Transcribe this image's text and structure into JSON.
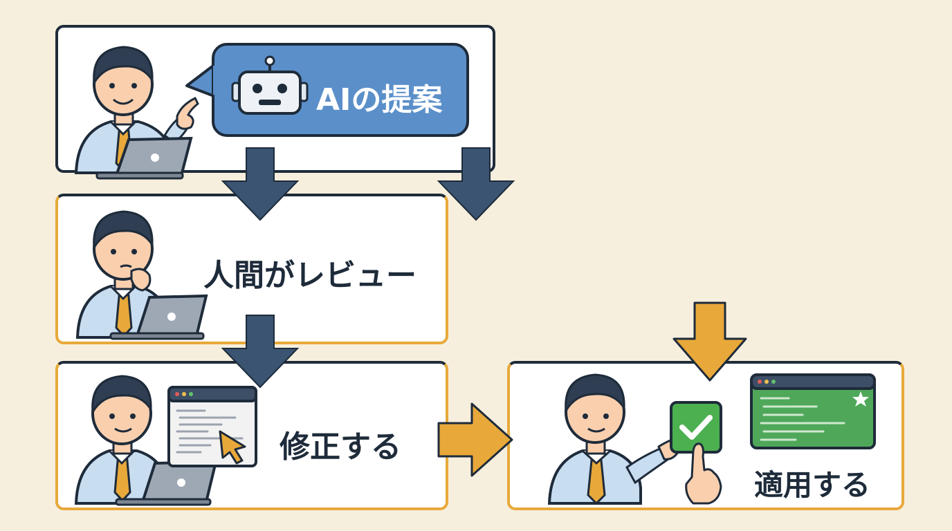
{
  "steps": {
    "ai_proposal": "AIの提案",
    "human_review": "人間がレビュー",
    "fix": "修正する",
    "apply": "適用する"
  },
  "icons": {
    "robot": "robot-icon",
    "checkmark": "checkmark-icon",
    "star": "star-icon",
    "cursor": "cursor-icon"
  },
  "colors": {
    "background": "#f6efdd",
    "navy": "#1e2b3a",
    "arrow_navy": "#3a5472",
    "arrow_orange": "#e8a83a",
    "bubble_blue": "#5b8fc9",
    "check_green": "#4caf50"
  }
}
